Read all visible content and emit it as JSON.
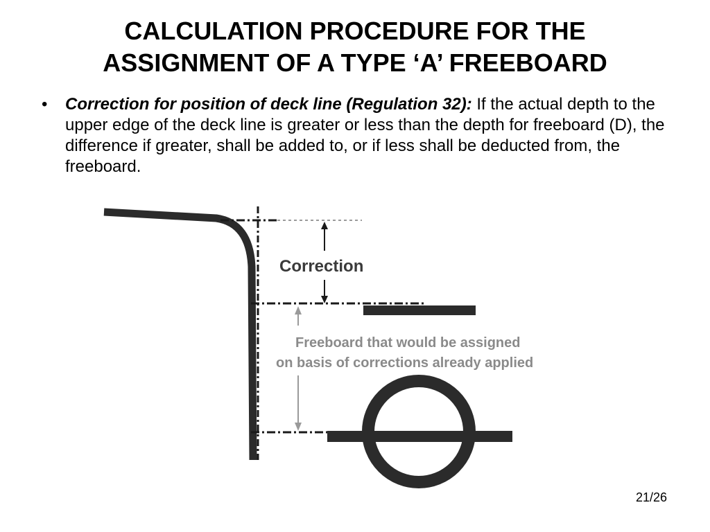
{
  "slide": {
    "title_line1": "CALCULATION PROCEDURE FOR THE",
    "title_line2": "ASSIGNMENT OF A TYPE ‘A’ FREEBOARD",
    "bullet": {
      "glyph": "•",
      "heading": "Correction for position of deck line (Regulation 32):",
      "body": " If the actual depth to the upper edge of the deck line is greater or less than the depth for freeboard (D), the difference if greater, shall be added to, or if less shall be deducted from, the freeboard."
    },
    "page_number": "21/26"
  },
  "diagram": {
    "correction_label": "Correction",
    "freeboard_label_line1": "Freeboard that would be assigned",
    "freeboard_label_line2": "on basis of corrections already applied",
    "colors": {
      "hull": "#2b2b2b",
      "dash": "#1a1a1a",
      "correction_text": "#3a3a3a",
      "freeboard_text": "#8a8a8a",
      "freeboard_arrow": "#9a9a9a"
    }
  }
}
